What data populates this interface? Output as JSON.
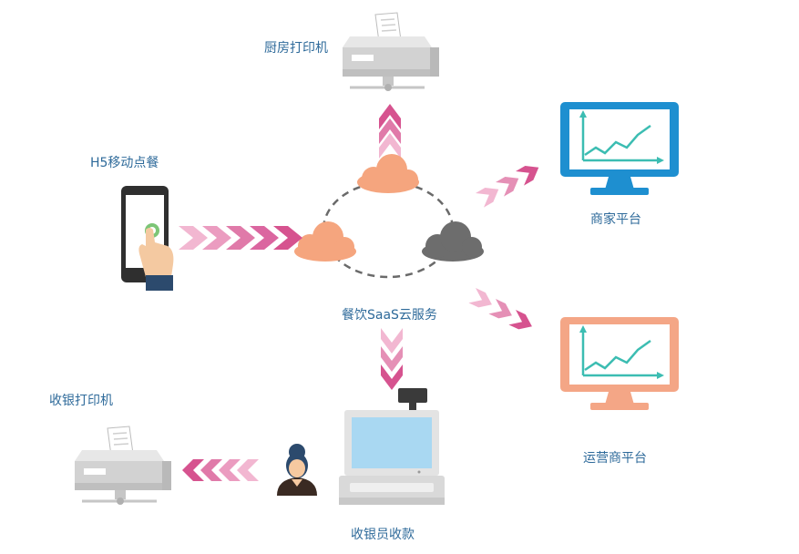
{
  "labels": {
    "kitchen_printer": "厨房打印机",
    "h5_order": "H5移动点餐",
    "merchant_platform": "商家平台",
    "cloud_service": "餐饮SaaS云服务",
    "operator_platform": "运营商平台",
    "cashier_printer": "收银打印机",
    "cashier": "收银员收款"
  },
  "colors": {
    "arrow_dark": "#d6538f",
    "arrow_light": "#f2b7d1",
    "cloud_orange": "#f5a57e",
    "cloud_gray": "#6d6d6d",
    "monitor_blue": "#1e8fd0",
    "monitor_orange": "#f4a686",
    "chart_line": "#3cbdb2",
    "label_text": "#2e6a9a"
  },
  "icons": [
    "kitchen-printer-icon",
    "phone-icon",
    "cloud-icon",
    "monitor-icon",
    "pos-terminal-icon",
    "cashier-person-icon",
    "cashier-printer-icon"
  ]
}
